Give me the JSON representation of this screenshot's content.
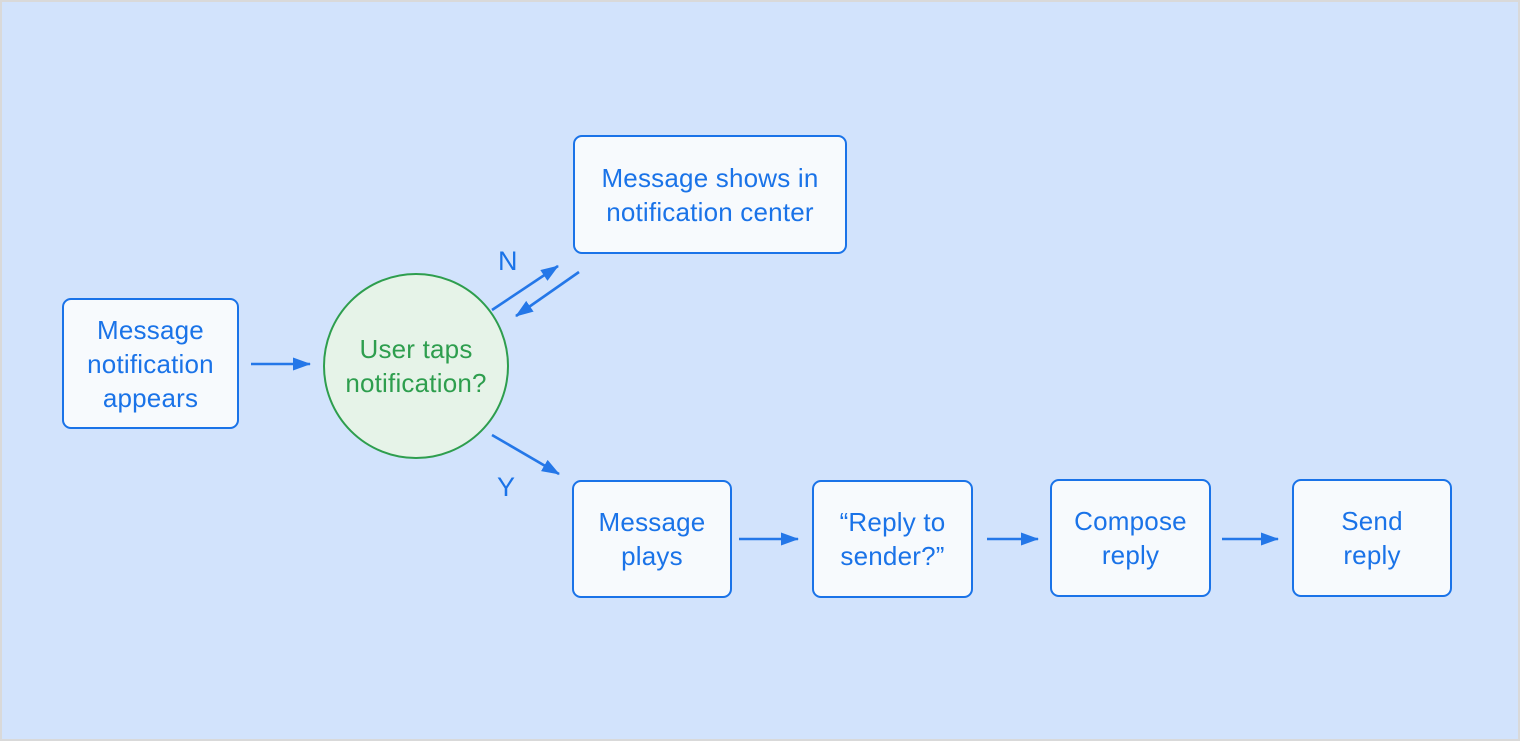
{
  "colors": {
    "background": "#d2e3fc",
    "frame": "#d9d9d9",
    "node_fill": "#f7fafd",
    "node_border": "#1a73e8",
    "text_blue": "#1a73e8",
    "arrow": "#2477e8",
    "decision_fill": "#e6f3e8",
    "decision_border": "#2e9e4e",
    "decision_text": "#2e9e4e"
  },
  "diagram": {
    "nodes": {
      "start": {
        "label": "Message\nnotification\nappears"
      },
      "decision": {
        "label": "User taps\nnotification?"
      },
      "no_outcome": {
        "label": "Message shows in\nnotification center"
      },
      "message_plays": {
        "label": "Message\nplays"
      },
      "reply_prompt": {
        "label": "“Reply to\nsender?”"
      },
      "compose_reply": {
        "label": "Compose\nreply"
      },
      "send_reply": {
        "label": "Send\nreply"
      }
    },
    "edge_labels": {
      "no": "N",
      "yes": "Y"
    }
  }
}
